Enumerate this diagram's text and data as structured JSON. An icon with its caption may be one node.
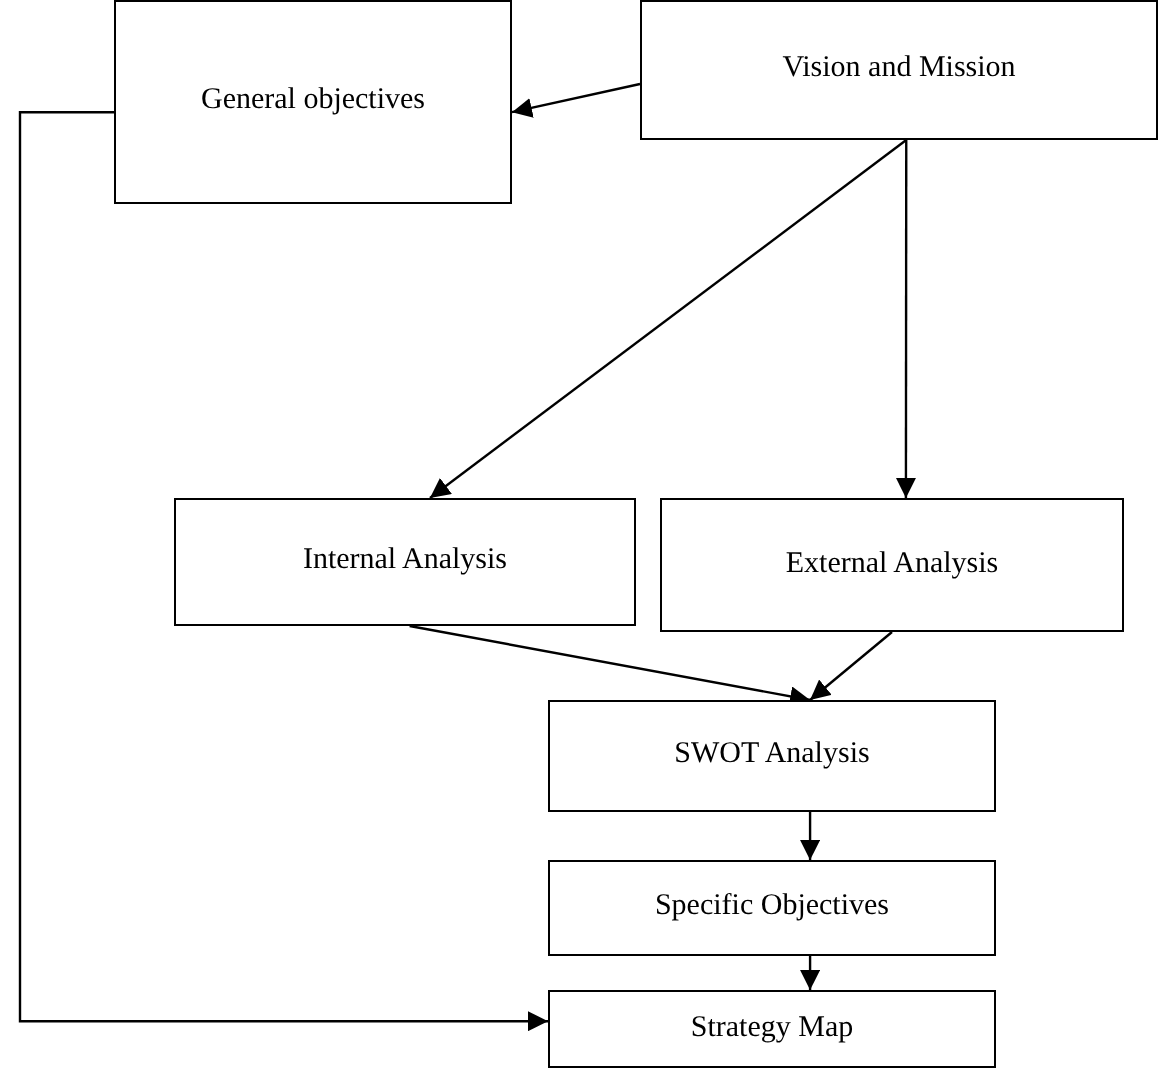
{
  "diagram": {
    "nodes": [
      {
        "text": [
          "General objectives"
        ]
      },
      {
        "text": [
          "Vision and Mission"
        ]
      },
      {
        "text": [
          "Internal Analysis"
        ]
      },
      {
        "text": [
          "External Analysis"
        ]
      },
      {
        "text": [
          "SWOT Analysis"
        ]
      },
      {
        "text": [
          "Specific Objectives"
        ]
      },
      {
        "text": [
          "Strategy Map"
        ]
      }
    ],
    "edges": [
      {
        "from": 1,
        "to": 0,
        "arrow": "to"
      },
      {
        "from": 1,
        "to": 2,
        "arrow": "to"
      },
      {
        "from": 1,
        "to": 3,
        "arrow": "to"
      },
      {
        "from": 2,
        "to": 4,
        "arrow": "to"
      },
      {
        "from": 3,
        "to": 4,
        "arrow": "to"
      },
      {
        "from": 4,
        "to": 5,
        "arrow": "to"
      },
      {
        "from": 5,
        "to": 6,
        "arrow": "to"
      },
      {
        "from": 0,
        "to": 6,
        "arrow": "to"
      }
    ]
  }
}
